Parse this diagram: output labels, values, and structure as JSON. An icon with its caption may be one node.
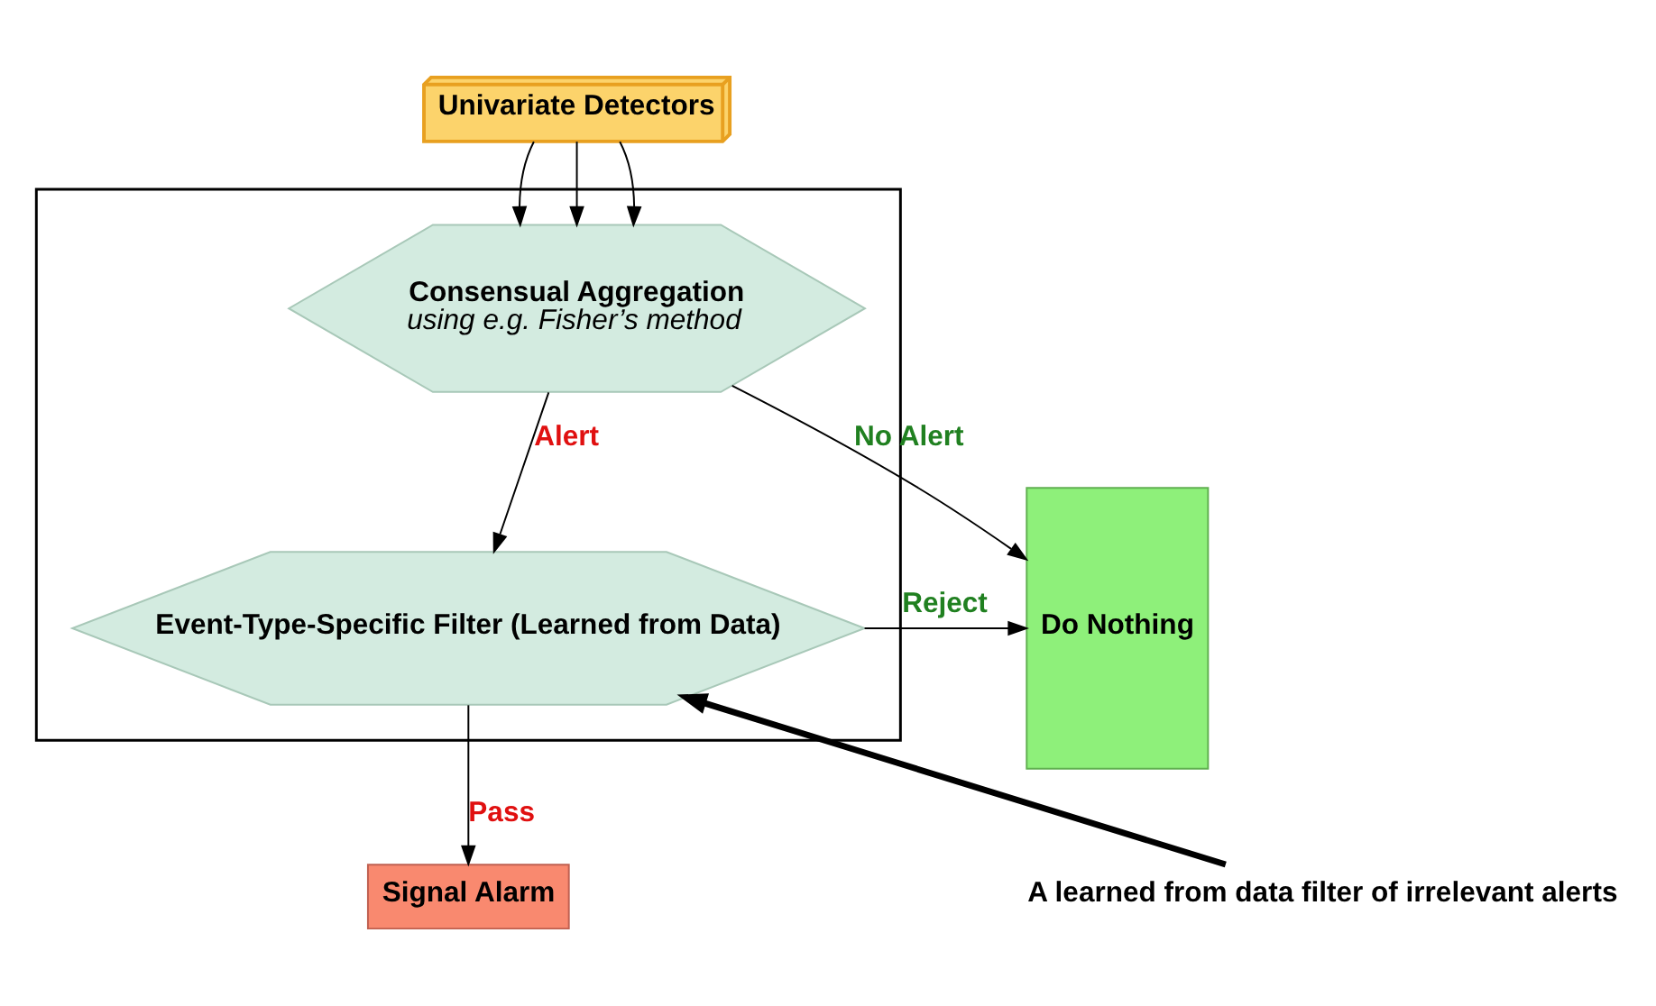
{
  "diagram": {
    "nodes": [
      {
        "text": [
          "Univariate Detectors"
        ]
      },
      {
        "text": [],
        "shape": "box"
      },
      {
        "text": [
          "Consensual Aggregation",
          "using e.g. Fisher’s method"
        ],
        "in": 1
      },
      {
        "text": [
          "Event-Type-Specific Filter (Learned from Data)"
        ],
        "in": 1
      },
      {
        "text": [
          "Do Nothing"
        ]
      },
      {
        "text": [
          "Signal Alarm"
        ]
      },
      {
        "text": [
          "A learned from data filter of irrelevant alerts"
        ]
      }
    ],
    "edges": [
      {
        "from": 0,
        "to": 2,
        "arrow": "to"
      },
      {
        "from": 0,
        "to": 2,
        "arrow": "to"
      },
      {
        "from": 0,
        "to": 2,
        "arrow": "to"
      },
      {
        "from": 2,
        "to": 4,
        "arrow": "to",
        "label": "No Alert"
      },
      {
        "from": 2,
        "to": 3,
        "arrow": "to",
        "label": "Alert"
      },
      {
        "from": 3,
        "to": 4,
        "arrow": "to",
        "label": "Reject"
      },
      {
        "from": 3,
        "to": 5,
        "arrow": "to",
        "label": "Pass"
      },
      {
        "from": 6,
        "to": 3,
        "arrow": "to",
        "style": "thick"
      }
    ]
  }
}
